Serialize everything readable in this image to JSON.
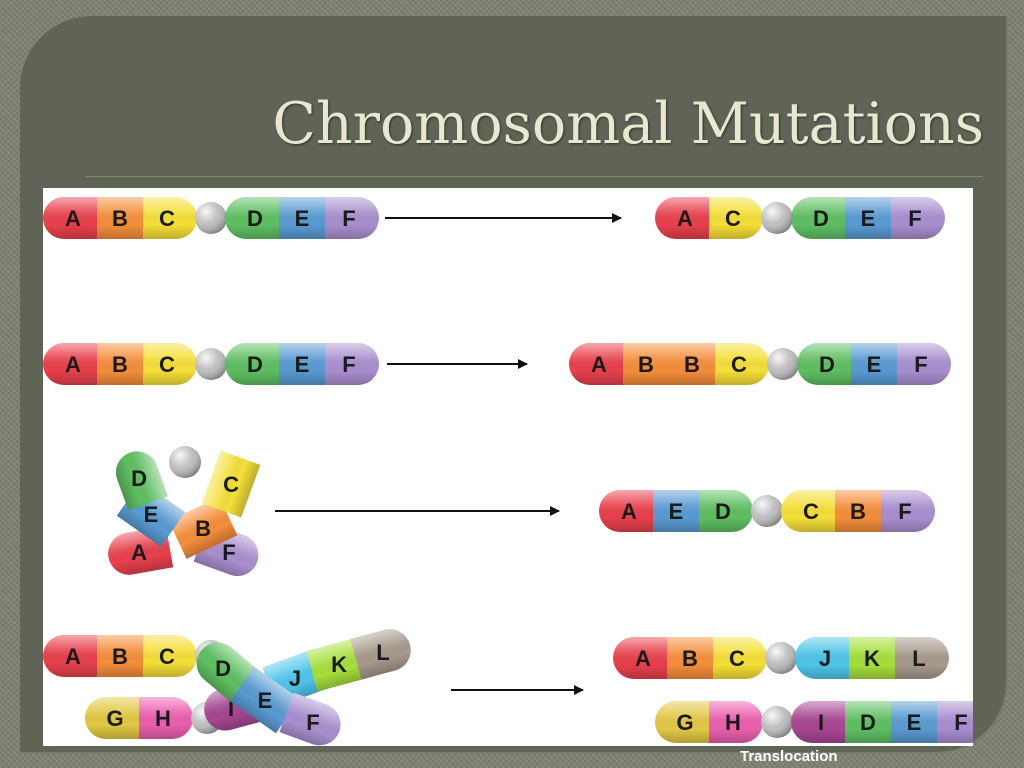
{
  "slide": {
    "title": "Chromosomal Mutations"
  },
  "colors": {
    "A": "#e8404c",
    "B": "#f58e3b",
    "C": "#f5df38",
    "D": "#5fbf62",
    "E": "#5a9bd2",
    "F": "#a98fd0",
    "G": "#e2c844",
    "H": "#ec5fae",
    "I": "#a84793",
    "J": "#4ec5ea",
    "K": "#a6df3a",
    "L": "#a79a8d",
    "centromere": "#b9b9bb",
    "arrow": "#111111"
  },
  "diagrams": {
    "deletion": {
      "before": [
        "A",
        "B",
        "C",
        "centromere",
        "D",
        "E",
        "F"
      ],
      "after": [
        "A",
        "C",
        "centromere",
        "D",
        "E",
        "F"
      ]
    },
    "duplication": {
      "before": [
        "A",
        "B",
        "C",
        "centromere",
        "D",
        "E",
        "F"
      ],
      "after": [
        "A",
        "B",
        "B",
        "C",
        "centromere",
        "D",
        "E",
        "F"
      ]
    },
    "inversion": {
      "loop": [
        "D",
        "centromere",
        "C",
        "E",
        "B",
        "A",
        "F"
      ],
      "after": [
        "A",
        "E",
        "D",
        "centromere",
        "C",
        "B",
        "F"
      ]
    },
    "translocation": {
      "before_top": [
        "A",
        "B",
        "C",
        "centromere",
        "D",
        "E",
        "F"
      ],
      "before_bottom": [
        "G",
        "H",
        "centromere",
        "I",
        "J",
        "K",
        "L"
      ],
      "after_top": [
        "A",
        "B",
        "C",
        "centromere",
        "J",
        "K",
        "L"
      ],
      "after_bottom": [
        "G",
        "H",
        "centromere",
        "I",
        "D",
        "E",
        "F"
      ],
      "caption": "Translocation"
    }
  }
}
